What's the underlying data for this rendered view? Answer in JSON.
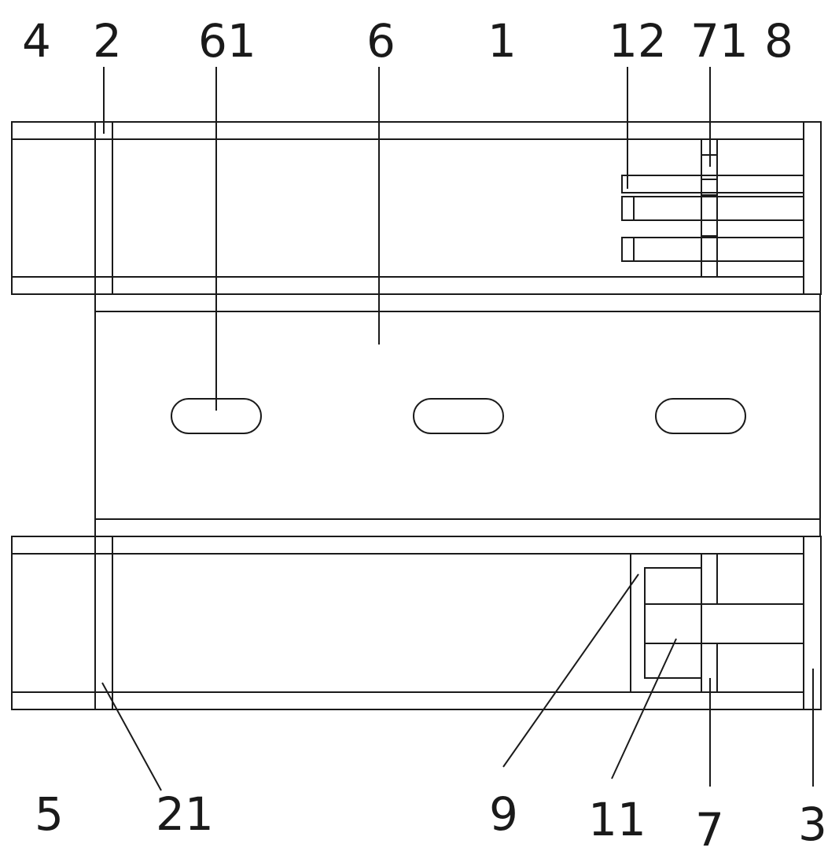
{
  "labels": {
    "l4": "4",
    "l2": "2",
    "l61": "61",
    "l6": "6",
    "l1": "1",
    "l12": "12",
    "l71": "71",
    "l8": "8",
    "l5": "5",
    "l21": "21",
    "l9": "9",
    "l11": "11",
    "l7": "7",
    "l3": "3"
  },
  "colors": {
    "line": "#1a1a1a",
    "background": "#ffffff"
  }
}
